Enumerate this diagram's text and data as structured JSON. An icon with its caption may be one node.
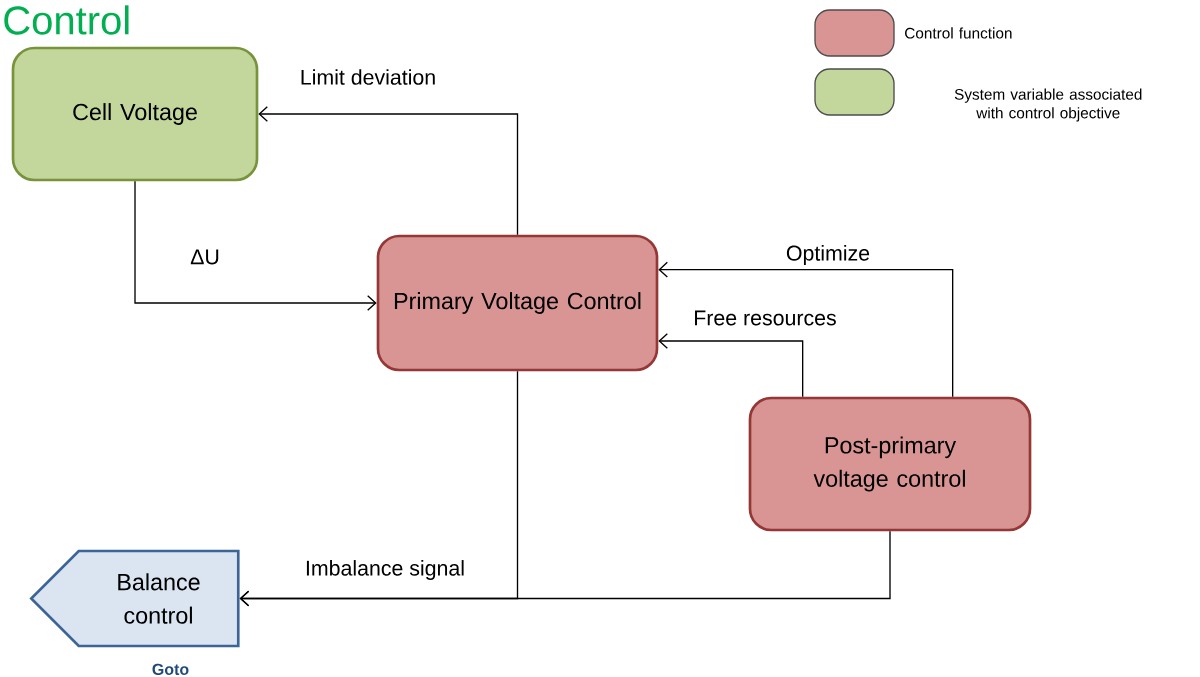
{
  "diagram": {
    "title": "Control",
    "nodes": [
      {
        "text": [
          "Cell Voltage"
        ]
      },
      {
        "text": [
          "Primary Voltage Control"
        ]
      },
      {
        "text": [
          "Post-primary voltage control"
        ]
      },
      {
        "text": [
          "Balance control"
        ],
        "beside": [
          "Goto"
        ]
      }
    ],
    "edges": [
      {
        "from": 1,
        "to": 0,
        "arrow": "to",
        "label": "Limit deviation"
      },
      {
        "from": 0,
        "to": 1,
        "arrow": "to",
        "label": "ΔU"
      },
      {
        "from": 2,
        "to": 1,
        "arrow": "to",
        "label": "Optimize"
      },
      {
        "from": 2,
        "to": 1,
        "arrow": "to",
        "label": "Free resources"
      },
      {
        "from": 1,
        "to": 3,
        "arrow": "to",
        "label": "Imbalance signal"
      },
      {
        "from": 2,
        "to": 3,
        "arrow": "to"
      }
    ],
    "legend": [
      {
        "text": "Control function",
        "color": "#d99594"
      },
      {
        "text": "System variable associated with control objective",
        "color": "#c3d69b"
      }
    ]
  }
}
